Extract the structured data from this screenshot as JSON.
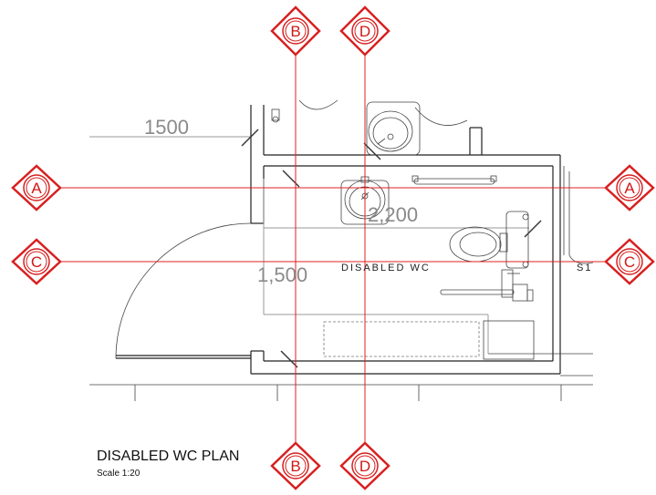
{
  "drawing": {
    "title": "DISABLED WC PLAN",
    "scale": "Scale 1:20",
    "room_label": "DISABLED WC",
    "partial_label": "S1",
    "dimensions": {
      "top_left": "1500",
      "vertical": "1,500",
      "horizontal": "2,200"
    }
  },
  "section_markers": {
    "top_b": "B",
    "top_d": "D",
    "left_a": "A",
    "left_c": "C",
    "right_a": "A",
    "right_c": "C",
    "bottom_b": "B",
    "bottom_d": "D"
  },
  "colors": {
    "section_line": "#e02020",
    "wall": "#222222",
    "dimension": "#8a8a8a"
  }
}
